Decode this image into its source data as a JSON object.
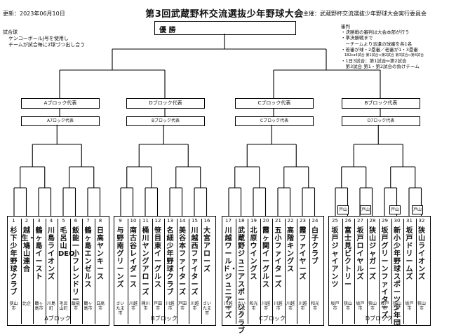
{
  "header": {
    "updated": "更新：2023年06月10日",
    "title": "第3回武蔵野杯交流選抜少年野球大会",
    "organizer": "主催：武蔵野杯交流選抜少年野球大会実行委員会"
  },
  "notes_left": [
    "試合球",
    "ケンコーボールJ号を使用し",
    "チームが試合毎に2球づつ出し合う"
  ],
  "notes_right": [
    "審判",
    "・決勝戦の審判は大会本部が行う",
    "・準決勝戦まで",
    "　ーチームより派遣の球審を各1名",
    "・若審が球・2塁審／老審が1・3塁審",
    "　1B2ca4試合 第1試合⇔第2試合 第3試合⇔第4試合",
    "・1日3試合：第1試合⇔第2試合",
    "　第3試合 第1・第2試合の負けチーム"
  ],
  "champion": "優 勝",
  "reps": [
    "Aブロック代表",
    "Dブロック代表",
    "Cブロック代表",
    "Bブロック代表"
  ],
  "reps_small": [
    "A7ロック代表",
    "Bブロック代表",
    "Cブロック代表",
    "D7ロック代表"
  ],
  "tags": [
    "戸山",
    "戸山",
    "戸山",
    "戸山"
  ],
  "blocks": [
    "Aブロック",
    "Bブロック",
    "Cブロック",
    "Dブロック"
  ],
  "teams": [
    {
      "num": "1",
      "name": "杉下少年野球クラブ",
      "city": "狭山市"
    },
    {
      "num": "2",
      "name": "越生・鳩山連合",
      "city": "比企"
    },
    {
      "num": "3",
      "name": "鶴ヶ島イースト",
      "city": "鶴ヶ島市"
    },
    {
      "num": "4",
      "name": "川島ライオンズ",
      "city": "川島町"
    },
    {
      "num": "5",
      "name": "毛呂山DEO",
      "city": "毛呂山町"
    },
    {
      "num": "6",
      "name": "飯能一小フレンドリー",
      "city": "飯能市"
    },
    {
      "num": "7",
      "name": "鶴ヶ島エンゼルス",
      "city": "鶴ヶ島市"
    },
    {
      "num": "8",
      "name": "日高ヤンキース",
      "city": "日高市"
    },
    {
      "num": "9",
      "name": "与野南グリーンズ",
      "city": "さいたま市"
    },
    {
      "num": "10",
      "name": "南古谷レイダース",
      "city": "川越市"
    },
    {
      "num": "11",
      "name": "桶川ヤングアローズ",
      "city": "桶川市"
    },
    {
      "num": "12",
      "name": "笹目東イーグルス",
      "city": "戸田市"
    },
    {
      "num": "13",
      "name": "名細少年野球クラブ",
      "city": "川越市"
    },
    {
      "num": "14",
      "name": "美谷本ファイターズ",
      "city": "戸田市"
    },
    {
      "num": "15",
      "name": "川越西ファイターズ",
      "city": "川越市"
    },
    {
      "num": "16",
      "name": "大宮アローズ",
      "city": "さいたま市"
    },
    {
      "num": "17",
      "name": "川越ワールド・ジュニアーズ",
      "city": "川越市"
    },
    {
      "num": "18",
      "name": "武蔵野ジュニアスポーツクラブ",
      "city": "さいたま市"
    },
    {
      "num": "19",
      "name": "北原ウイングス",
      "city": "和光市"
    },
    {
      "num": "20",
      "name": "霞ヶ関イーグルス",
      "city": "川越市"
    },
    {
      "num": "21",
      "name": "五小ファイターズ",
      "city": "川越市"
    },
    {
      "num": "22",
      "name": "高階キングス",
      "city": "川越市"
    },
    {
      "num": "23",
      "name": "霞ファイヤーズ",
      "city": "川越市"
    },
    {
      "num": "24",
      "name": "白子クラブ",
      "city": "和光市"
    },
    {
      "num": "25",
      "name": "坂戸ジャイアンツ",
      "city": "坂戸市"
    },
    {
      "num": "26",
      "name": "富士見ビクトリー",
      "city": "狭山市"
    },
    {
      "num": "27",
      "name": "坂戸ロイヤルズ",
      "city": "坂戸市"
    },
    {
      "num": "28",
      "name": "狭山ジャガーズ",
      "city": "狭山市"
    },
    {
      "num": "29",
      "name": "坂戸グリーンファイターズ",
      "city": "坂戸市"
    },
    {
      "num": "30",
      "name": "新小少年野球スポーツ少年団",
      "city": "狭山市"
    },
    {
      "num": "31",
      "name": "坂戸ドリームズ",
      "city": "坂戸市"
    },
    {
      "num": "32",
      "name": "狭山ライオンズ",
      "city": "狭山市"
    }
  ]
}
